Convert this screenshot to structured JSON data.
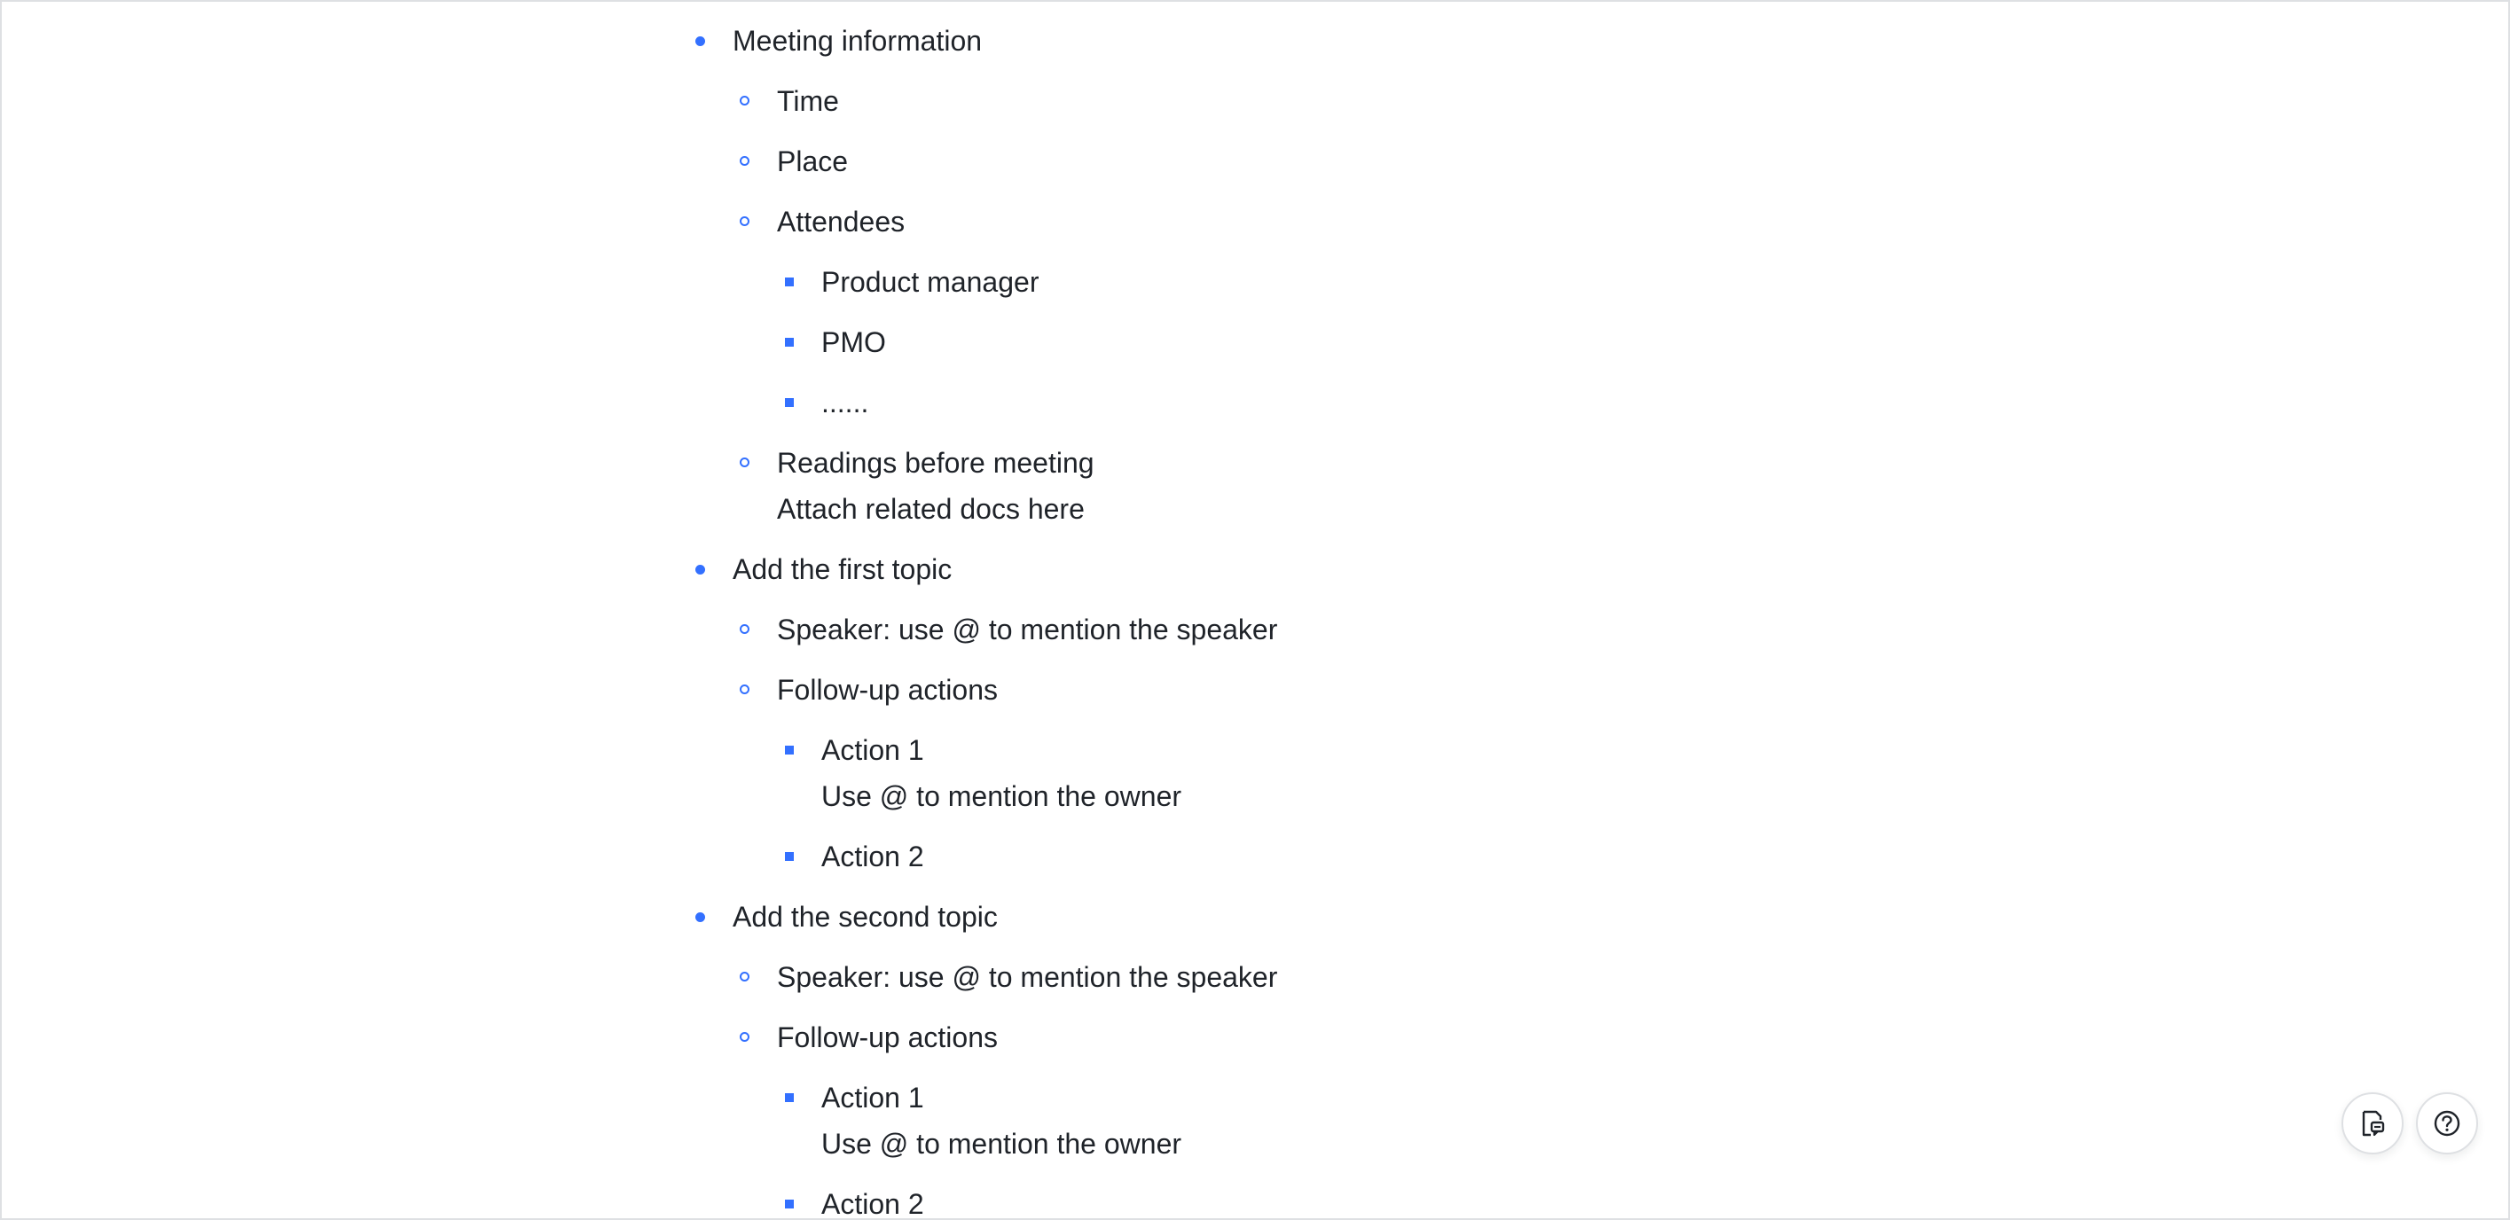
{
  "document": {
    "items": [
      {
        "level": 1,
        "text": "Meeting information"
      },
      {
        "level": 2,
        "text": "Time"
      },
      {
        "level": 2,
        "text": "Place"
      },
      {
        "level": 2,
        "text": "Attendees"
      },
      {
        "level": 3,
        "text": "Product manager"
      },
      {
        "level": 3,
        "text": "PMO"
      },
      {
        "level": 3,
        "text": "......"
      },
      {
        "level": 2,
        "text": "Readings before meeting",
        "note": "Attach related docs here"
      },
      {
        "level": 1,
        "text": "Add the first topic"
      },
      {
        "level": 2,
        "text": "Speaker: use @ to mention the speaker"
      },
      {
        "level": 2,
        "text": "Follow-up actions"
      },
      {
        "level": 3,
        "text": "Action 1",
        "note": "Use @ to mention the owner"
      },
      {
        "level": 3,
        "text": "Action 2"
      },
      {
        "level": 1,
        "text": "Add the second topic"
      },
      {
        "level": 2,
        "text": "Speaker: use @ to mention the speaker"
      },
      {
        "level": 2,
        "text": "Follow-up actions"
      },
      {
        "level": 3,
        "text": "Action 1",
        "note": "Use @ to mention the owner"
      },
      {
        "level": 3,
        "text": "Action 2"
      }
    ]
  },
  "floating_actions": {
    "buttons": [
      {
        "icon": "document-comment-icon"
      },
      {
        "icon": "help-circle-icon"
      }
    ]
  },
  "colors": {
    "accent": "#3370ff",
    "text": "#1f2329",
    "border": "#dee0e3"
  }
}
